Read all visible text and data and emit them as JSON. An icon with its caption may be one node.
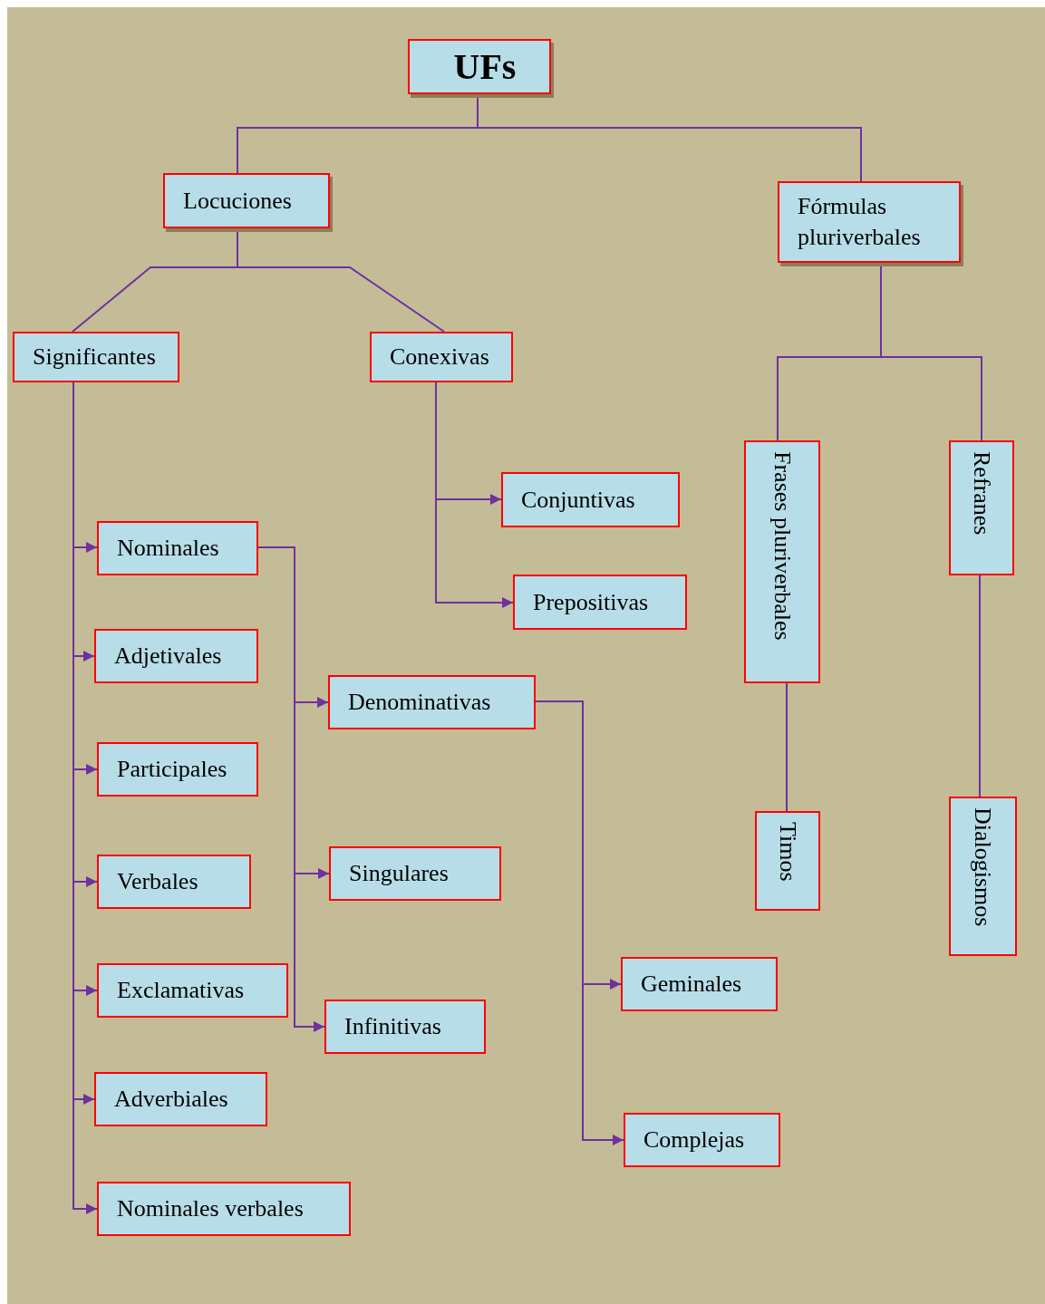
{
  "diagram": {
    "nodes": [
      {
        "text": [
          "UFs"
        ]
      },
      {
        "text": [
          "Locuciones"
        ]
      },
      {
        "text": [
          "Fórmulas pluriverbales"
        ]
      },
      {
        "text": [
          "Significantes"
        ]
      },
      {
        "text": [
          "Conexivas"
        ]
      },
      {
        "text": [
          "Conjuntivas"
        ]
      },
      {
        "text": [
          "Prepositivas"
        ]
      },
      {
        "text": [
          "Frases pluriverbales"
        ]
      },
      {
        "text": [
          "Refranes"
        ]
      },
      {
        "text": [
          "Nominales"
        ]
      },
      {
        "text": [
          "Adjetivales"
        ]
      },
      {
        "text": [
          "Denominativas"
        ]
      },
      {
        "text": [
          "Participales"
        ]
      },
      {
        "text": [
          "Timos"
        ]
      },
      {
        "text": [
          "Verbales"
        ]
      },
      {
        "text": [
          "Singulares"
        ]
      },
      {
        "text": [
          "Dialogismos"
        ]
      },
      {
        "text": [
          "Exclamativas"
        ]
      },
      {
        "text": [
          "Geminales"
        ]
      },
      {
        "text": [
          "Infinitivas"
        ]
      },
      {
        "text": [
          "Adverbiales"
        ]
      },
      {
        "text": [
          "Complejas"
        ]
      },
      {
        "text": [
          "Nominales verbales"
        ]
      }
    ],
    "edges": [
      {
        "from": 0,
        "to": 1,
        "arrow": "none"
      },
      {
        "from": 0,
        "to": 2,
        "arrow": "none"
      },
      {
        "from": 1,
        "to": 3,
        "arrow": "none"
      },
      {
        "from": 1,
        "to": 4,
        "arrow": "none"
      },
      {
        "from": 2,
        "to": 7,
        "arrow": "none"
      },
      {
        "from": 2,
        "to": 8,
        "arrow": "none"
      },
      {
        "from": 3,
        "to": 9,
        "arrow": "to"
      },
      {
        "from": 3,
        "to": 10,
        "arrow": "to"
      },
      {
        "from": 3,
        "to": 12,
        "arrow": "to"
      },
      {
        "from": 3,
        "to": 14,
        "arrow": "to"
      },
      {
        "from": 3,
        "to": 17,
        "arrow": "to"
      },
      {
        "from": 3,
        "to": 20,
        "arrow": "to"
      },
      {
        "from": 3,
        "to": 22,
        "arrow": "to"
      },
      {
        "from": 4,
        "to": 5,
        "arrow": "to"
      },
      {
        "from": 4,
        "to": 6,
        "arrow": "to"
      },
      {
        "from": 9,
        "to": 11,
        "arrow": "to"
      },
      {
        "from": 9,
        "to": 15,
        "arrow": "to"
      },
      {
        "from": 9,
        "to": 19,
        "arrow": "to"
      },
      {
        "from": 11,
        "to": 18,
        "arrow": "to"
      },
      {
        "from": 11,
        "to": 21,
        "arrow": "to"
      },
      {
        "from": 7,
        "to": 13,
        "arrow": "none"
      },
      {
        "from": 8,
        "to": 16,
        "arrow": "none"
      }
    ]
  }
}
